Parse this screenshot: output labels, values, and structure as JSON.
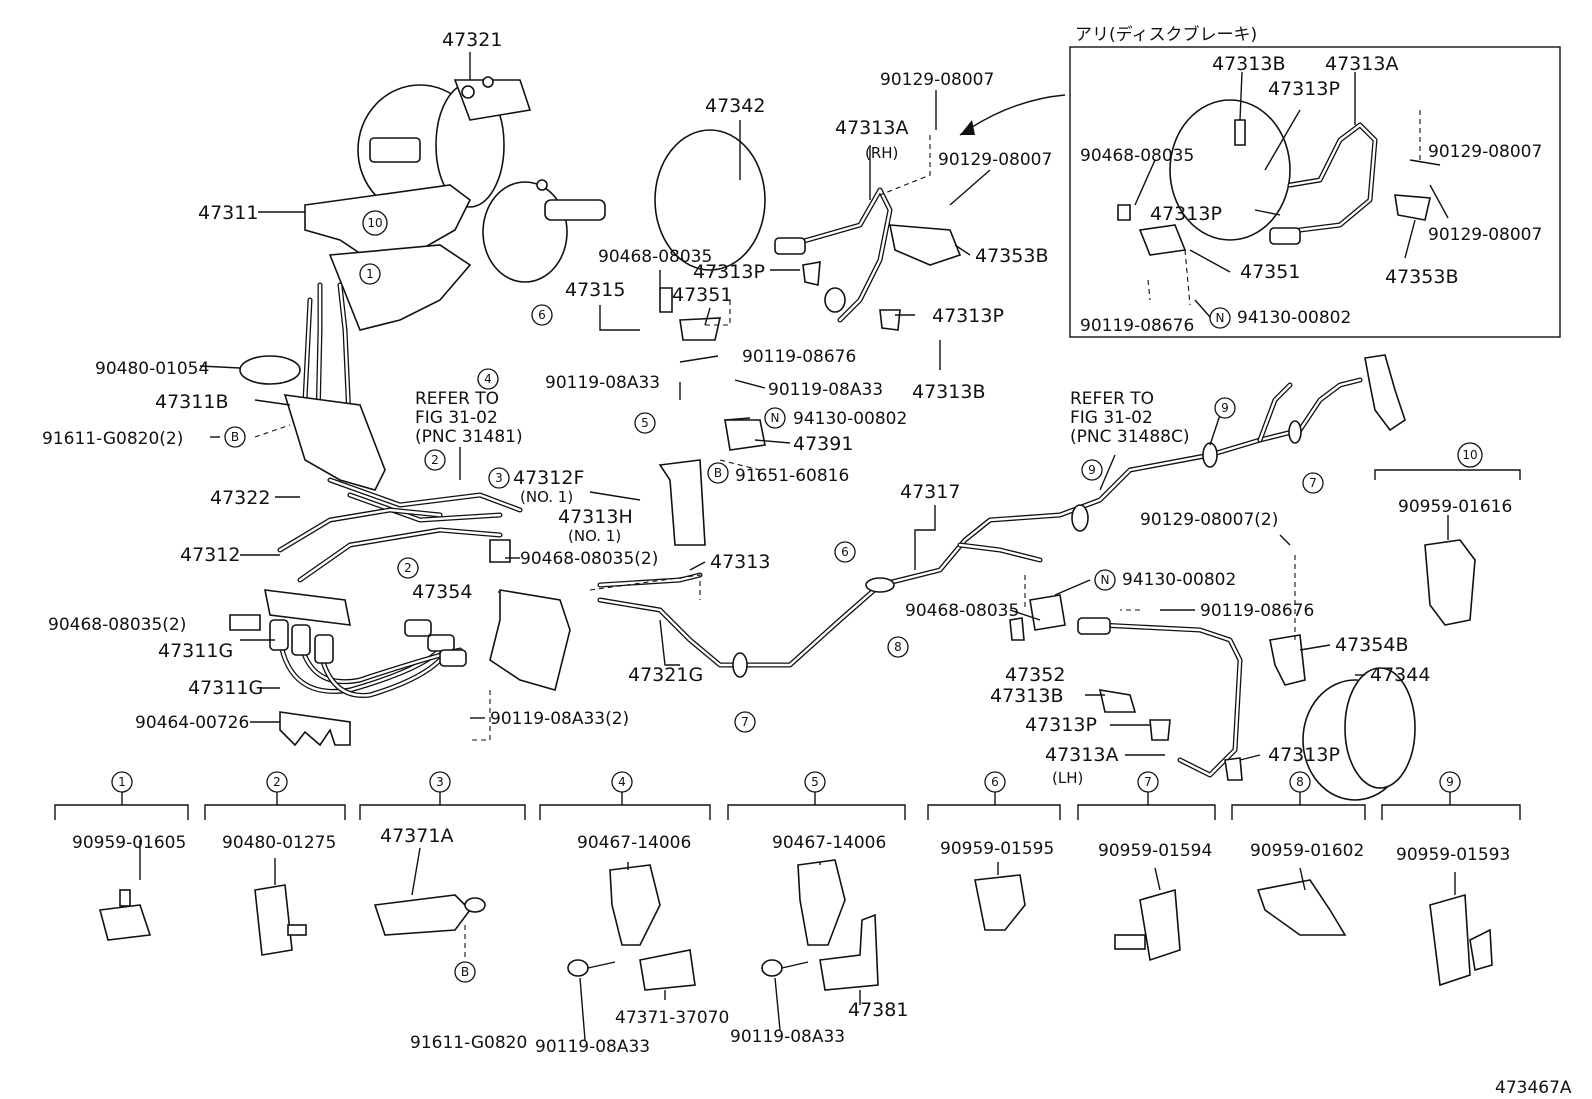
{
  "labels": {
    "p47321": "47321",
    "p47311": "47311",
    "p47342": "47342",
    "p90129_08007_a": "90129-08007",
    "p47313A_rh": "47313A",
    "rh": "(RH)",
    "p90129_08007_b": "90129-08007",
    "inset_title": "アリ(ディスクブレーキ)",
    "i47313B": "47313B",
    "i47313A": "47313A",
    "i47313P_a": "47313P",
    "i90468_08035": "90468-08035",
    "i90129_08007_a": "90129-08007",
    "i47313P_b": "47313P",
    "i90129_08007_b": "90129-08007",
    "i47351": "47351",
    "i47353B": "47353B",
    "i90119_08676": "90119-08676",
    "i94130_00802": "94130-00802",
    "p90468_08035_a": "90468-08035",
    "p47313P_a": "47313P",
    "p47353B": "47353B",
    "p47315": "47315",
    "p47351": "47351",
    "p47313P_b": "47313P",
    "p47313B_a": "47313B",
    "p90480_01054": "90480-01054",
    "p90119_08676_a": "90119-08676",
    "p90119_08A33_a": "90119-08A33",
    "p90119_08A33_b": "90119-08A33",
    "p47311B": "47311B",
    "p94130_00802_a": "94130-00802",
    "p91611_G0820_2": "91611-G0820(2)",
    "refer_a1": "REFER TO",
    "refer_a2": "FIG 31-02",
    "refer_a3": "(PNC 31481)",
    "p47391": "47391",
    "p91651_60816": "91651-60816",
    "p47322": "47322",
    "p47312F": "47312F",
    "no1_a": "(NO. 1)",
    "p47313H": "47313H",
    "no1_b": "(NO. 1)",
    "p47317": "47317",
    "refer_b1": "REFER TO",
    "refer_b2": "FIG 31-02",
    "refer_b3": "(PNC 31488C)",
    "p90129_08007_2": "90129-08007(2)",
    "p47312": "47312",
    "p90468_08035_2a": "90468-08035(2)",
    "p47313": "47313",
    "p47354": "47354",
    "p94130_00802_b": "94130-00802",
    "p90468_08035_b": "90468-08035",
    "p90119_08676_b": "90119-08676",
    "p90468_08035_2b": "90468-08035(2)",
    "p47311G_a": "47311G",
    "p47311G_b": "47311G",
    "p47321G": "47321G",
    "p47352": "47352",
    "p47354B": "47354B",
    "p47344": "47344",
    "p47313B_b": "47313B",
    "p90464_00726": "90464-00726",
    "p90119_08A33_2": "90119-08A33(2)",
    "p47313P_c": "47313P",
    "p47313P_d": "47313P",
    "p47313A_lh": "47313A",
    "lh": "(LH)",
    "p90959_01616": "90959-01616",
    "figure_id": "473467A"
  },
  "circle_marks": {
    "n1": "1",
    "n2": "2",
    "n3": "3",
    "n4": "4",
    "n5": "5",
    "n6": "6",
    "n7": "7",
    "n8": "8",
    "n9": "9",
    "n10": "10",
    "b": "B",
    "n": "N"
  },
  "bottom_groups": [
    {
      "mark": "1",
      "parts": [
        "90959-01605"
      ]
    },
    {
      "mark": "2",
      "parts": [
        "90480-01275"
      ]
    },
    {
      "mark": "3",
      "parts": [
        "47371A",
        "91611-G0820"
      ]
    },
    {
      "mark": "4",
      "parts": [
        "90467-14006",
        "47371-37070",
        "90119-08A33"
      ]
    },
    {
      "mark": "5",
      "parts": [
        "90467-14006",
        "47381",
        "90119-08A33"
      ]
    },
    {
      "mark": "6",
      "parts": [
        "90959-01595"
      ]
    },
    {
      "mark": "7",
      "parts": [
        "90959-01594"
      ]
    },
    {
      "mark": "8",
      "parts": [
        "90959-01602"
      ]
    },
    {
      "mark": "9",
      "parts": [
        "90959-01593"
      ]
    }
  ],
  "colors": {
    "ink": "#111111",
    "paper": "#ffffff"
  }
}
